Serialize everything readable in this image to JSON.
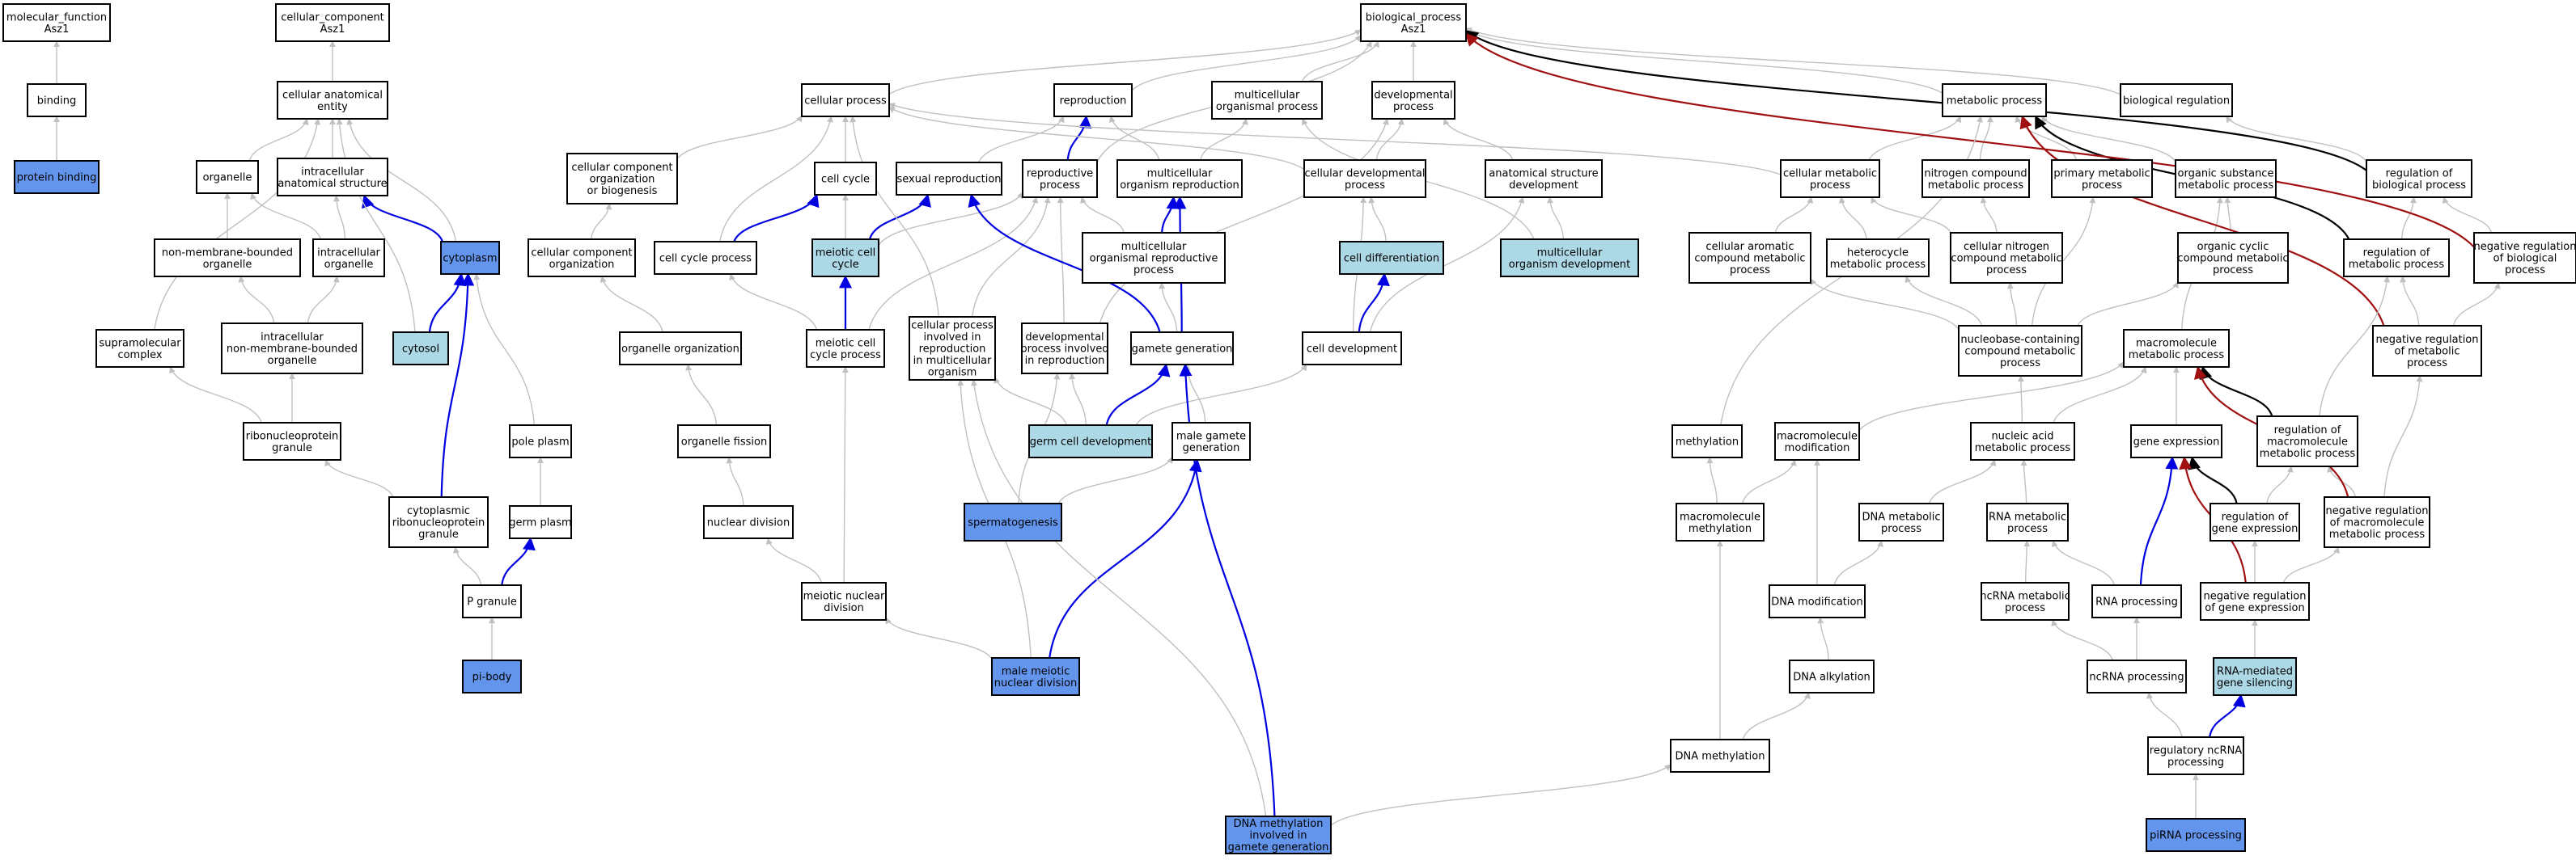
{
  "colors": {
    "plain": "#ffffff",
    "light": "#add8e6",
    "dark": "#6495ed",
    "gray": "#c0c0c0",
    "blue": "#0000e0",
    "black": "#000000",
    "red": "#a01010"
  },
  "nodes": [
    {
      "id": "mf",
      "lines": [
        "molecular_function",
        "Asz1"
      ],
      "style": "plain"
    },
    {
      "id": "cc",
      "lines": [
        "cellular_component",
        "Asz1"
      ],
      "style": "plain"
    },
    {
      "id": "bp",
      "lines": [
        "biological_process",
        "Asz1"
      ],
      "style": "plain"
    },
    {
      "id": "binding",
      "lines": [
        "binding"
      ],
      "style": "plain"
    },
    {
      "id": "protbind",
      "lines": [
        "protein binding"
      ],
      "style": "dark"
    },
    {
      "id": "cae",
      "lines": [
        "cellular anatomical",
        "entity"
      ],
      "style": "plain"
    },
    {
      "id": "organelle",
      "lines": [
        "organelle"
      ],
      "style": "plain"
    },
    {
      "id": "ias",
      "lines": [
        "intracellular",
        "anatomical structure"
      ],
      "style": "plain"
    },
    {
      "id": "nmbo",
      "lines": [
        "non-membrane-bounded",
        "organelle"
      ],
      "style": "plain"
    },
    {
      "id": "io",
      "lines": [
        "intracellular",
        "organelle"
      ],
      "style": "plain"
    },
    {
      "id": "cytoplasm",
      "lines": [
        "cytoplasm"
      ],
      "style": "dark"
    },
    {
      "id": "supra",
      "lines": [
        "supramolecular",
        "complex"
      ],
      "style": "plain"
    },
    {
      "id": "inmbo",
      "lines": [
        "intracellular",
        "non-membrane-bounded",
        "organelle"
      ],
      "style": "plain"
    },
    {
      "id": "cytosol",
      "lines": [
        "cytosol"
      ],
      "style": "light"
    },
    {
      "id": "rnpg",
      "lines": [
        "ribonucleoprotein",
        "granule"
      ],
      "style": "plain"
    },
    {
      "id": "poleplasm",
      "lines": [
        "pole plasm"
      ],
      "style": "plain"
    },
    {
      "id": "crnpg",
      "lines": [
        "cytoplasmic",
        "ribonucleoprotein",
        "granule"
      ],
      "style": "plain"
    },
    {
      "id": "germplasm",
      "lines": [
        "germ plasm"
      ],
      "style": "plain"
    },
    {
      "id": "pgranule",
      "lines": [
        "P granule"
      ],
      "style": "plain"
    },
    {
      "id": "pibody",
      "lines": [
        "pi-body"
      ],
      "style": "dark"
    },
    {
      "id": "cellproc",
      "lines": [
        "cellular process"
      ],
      "style": "plain"
    },
    {
      "id": "reproduction",
      "lines": [
        "reproduction"
      ],
      "style": "plain"
    },
    {
      "id": "mop",
      "lines": [
        "multicellular",
        "organismal process"
      ],
      "style": "plain"
    },
    {
      "id": "devproc",
      "lines": [
        "developmental",
        "process"
      ],
      "style": "plain"
    },
    {
      "id": "ccob",
      "lines": [
        "cellular component",
        "organization",
        "or biogenesis"
      ],
      "style": "plain"
    },
    {
      "id": "cellcycle",
      "lines": [
        "cell cycle"
      ],
      "style": "plain"
    },
    {
      "id": "sexrep",
      "lines": [
        "sexual reproduction"
      ],
      "style": "plain"
    },
    {
      "id": "repproc",
      "lines": [
        "reproductive",
        "process"
      ],
      "style": "plain"
    },
    {
      "id": "mor",
      "lines": [
        "multicellular",
        "organism reproduction"
      ],
      "style": "plain"
    },
    {
      "id": "cdp",
      "lines": [
        "cellular developmental",
        "process"
      ],
      "style": "plain"
    },
    {
      "id": "asd",
      "lines": [
        "anatomical structure",
        "development"
      ],
      "style": "plain"
    },
    {
      "id": "cco",
      "lines": [
        "cellular component",
        "organization"
      ],
      "style": "plain"
    },
    {
      "id": "ccp",
      "lines": [
        "cell cycle process"
      ],
      "style": "plain"
    },
    {
      "id": "mcc",
      "lines": [
        "meiotic cell",
        "cycle"
      ],
      "style": "light"
    },
    {
      "id": "mrp",
      "lines": [
        "multicellular",
        "organismal reproductive",
        "process"
      ],
      "style": "plain"
    },
    {
      "id": "celldiff",
      "lines": [
        "cell differentiation"
      ],
      "style": "light"
    },
    {
      "id": "mod",
      "lines": [
        "multicellular",
        "organism development"
      ],
      "style": "light"
    },
    {
      "id": "orgorg",
      "lines": [
        "organelle organization"
      ],
      "style": "plain"
    },
    {
      "id": "mccp",
      "lines": [
        "meiotic cell",
        "cycle process"
      ],
      "style": "plain"
    },
    {
      "id": "cpirmo",
      "lines": [
        "cellular process",
        "involved in",
        "reproduction",
        "in multicellular",
        "organism"
      ],
      "style": "plain"
    },
    {
      "id": "dpir",
      "lines": [
        "developmental",
        "process involved",
        "in reproduction"
      ],
      "style": "plain"
    },
    {
      "id": "gamgen",
      "lines": [
        "gamete generation"
      ],
      "style": "plain"
    },
    {
      "id": "celldev",
      "lines": [
        "cell development"
      ],
      "style": "plain"
    },
    {
      "id": "orgfis",
      "lines": [
        "organelle fission"
      ],
      "style": "plain"
    },
    {
      "id": "gcd",
      "lines": [
        "germ cell development"
      ],
      "style": "light"
    },
    {
      "id": "mgg",
      "lines": [
        "male gamete",
        "generation"
      ],
      "style": "plain"
    },
    {
      "id": "nucdiv",
      "lines": [
        "nuclear division"
      ],
      "style": "plain"
    },
    {
      "id": "spermato",
      "lines": [
        "spermatogenesis"
      ],
      "style": "dark"
    },
    {
      "id": "mnd",
      "lines": [
        "meiotic nuclear",
        "division"
      ],
      "style": "plain"
    },
    {
      "id": "mmnd",
      "lines": [
        "male meiotic",
        "nuclear division"
      ],
      "style": "dark"
    },
    {
      "id": "dmigg",
      "lines": [
        "DNA methylation",
        "involved in",
        "gamete generation"
      ],
      "style": "dark"
    },
    {
      "id": "metproc",
      "lines": [
        "metabolic process"
      ],
      "style": "plain"
    },
    {
      "id": "bioreg",
      "lines": [
        "biological regulation"
      ],
      "style": "plain"
    },
    {
      "id": "cmp",
      "lines": [
        "cellular metabolic",
        "process"
      ],
      "style": "plain"
    },
    {
      "id": "ncmp",
      "lines": [
        "nitrogen compound",
        "metabolic process"
      ],
      "style": "plain"
    },
    {
      "id": "pmp",
      "lines": [
        "primary metabolic",
        "process"
      ],
      "style": "plain"
    },
    {
      "id": "osmp",
      "lines": [
        "organic substance",
        "metabolic process"
      ],
      "style": "plain"
    },
    {
      "id": "rbp",
      "lines": [
        "regulation of",
        "biological process"
      ],
      "style": "plain"
    },
    {
      "id": "cacmp",
      "lines": [
        "cellular aromatic",
        "compound metabolic",
        "process"
      ],
      "style": "plain"
    },
    {
      "id": "hmp",
      "lines": [
        "heterocycle",
        "metabolic process"
      ],
      "style": "plain"
    },
    {
      "id": "cncmp",
      "lines": [
        "cellular nitrogen",
        "compound metabolic",
        "process"
      ],
      "style": "plain"
    },
    {
      "id": "occmp",
      "lines": [
        "organic cyclic",
        "compound metabolic",
        "process"
      ],
      "style": "plain"
    },
    {
      "id": "rmp",
      "lines": [
        "regulation of",
        "metabolic process"
      ],
      "style": "plain"
    },
    {
      "id": "nrbp",
      "lines": [
        "negative regulation",
        "of biological",
        "process"
      ],
      "style": "plain"
    },
    {
      "id": "ncbcmp",
      "lines": [
        "nucleobase-containing",
        "compound metabolic",
        "process"
      ],
      "style": "plain"
    },
    {
      "id": "macmp",
      "lines": [
        "macromolecule",
        "metabolic process"
      ],
      "style": "plain"
    },
    {
      "id": "nrmp",
      "lines": [
        "negative regulation",
        "of metabolic",
        "process"
      ],
      "style": "plain"
    },
    {
      "id": "methylation",
      "lines": [
        "methylation"
      ],
      "style": "plain"
    },
    {
      "id": "macmod",
      "lines": [
        "macromolecule",
        "modification"
      ],
      "style": "plain"
    },
    {
      "id": "namp",
      "lines": [
        "nucleic acid",
        "metabolic process"
      ],
      "style": "plain"
    },
    {
      "id": "geneexp",
      "lines": [
        "gene expression"
      ],
      "style": "plain"
    },
    {
      "id": "rmmp",
      "lines": [
        "regulation of",
        "macromolecule",
        "metabolic process"
      ],
      "style": "plain"
    },
    {
      "id": "macmeth",
      "lines": [
        "macromolecule",
        "methylation"
      ],
      "style": "plain"
    },
    {
      "id": "dnamp",
      "lines": [
        "DNA metabolic",
        "process"
      ],
      "style": "plain"
    },
    {
      "id": "rnamp",
      "lines": [
        "RNA metabolic",
        "process"
      ],
      "style": "plain"
    },
    {
      "id": "rge",
      "lines": [
        "regulation of",
        "gene expression"
      ],
      "style": "plain"
    },
    {
      "id": "nrmmp",
      "lines": [
        "negative regulation",
        "of macromolecule",
        "metabolic process"
      ],
      "style": "plain"
    },
    {
      "id": "dnamod",
      "lines": [
        "DNA modification"
      ],
      "style": "plain"
    },
    {
      "id": "ncrnamp",
      "lines": [
        "ncRNA metabolic",
        "process"
      ],
      "style": "plain"
    },
    {
      "id": "rnaproc",
      "lines": [
        "RNA processing"
      ],
      "style": "plain"
    },
    {
      "id": "nrge",
      "lines": [
        "negative regulation",
        "of gene expression"
      ],
      "style": "plain"
    },
    {
      "id": "dnaalk",
      "lines": [
        "DNA alkylation"
      ],
      "style": "plain"
    },
    {
      "id": "ncrnaproc",
      "lines": [
        "ncRNA processing"
      ],
      "style": "plain"
    },
    {
      "id": "rmgs",
      "lines": [
        "RNA-mediated",
        "gene silencing"
      ],
      "style": "light"
    },
    {
      "id": "dnameth",
      "lines": [
        "DNA methylation"
      ],
      "style": "plain"
    },
    {
      "id": "rncrnap",
      "lines": [
        "regulatory ncRNA",
        "processing"
      ],
      "style": "plain"
    },
    {
      "id": "pirnaproc",
      "lines": [
        "piRNA processing"
      ],
      "style": "dark"
    }
  ],
  "edges": [
    [
      "binding",
      "mf",
      "gray"
    ],
    [
      "protbind",
      "binding",
      "gray"
    ],
    [
      "cae",
      "cc",
      "gray"
    ],
    [
      "organelle",
      "cae",
      "gray"
    ],
    [
      "ias",
      "cae",
      "gray"
    ],
    [
      "nmbo",
      "organelle",
      "gray"
    ],
    [
      "io",
      "organelle",
      "gray"
    ],
    [
      "io",
      "ias",
      "gray"
    ],
    [
      "cytoplasm",
      "ias",
      "blue"
    ],
    [
      "cytoplasm",
      "cae",
      "gray"
    ],
    [
      "supra",
      "cae",
      "gray"
    ],
    [
      "inmbo",
      "nmbo",
      "gray"
    ],
    [
      "inmbo",
      "io",
      "gray"
    ],
    [
      "cytosol",
      "cytoplasm",
      "blue"
    ],
    [
      "cytosol",
      "cae",
      "gray"
    ],
    [
      "rnpg",
      "inmbo",
      "gray"
    ],
    [
      "rnpg",
      "supra",
      "gray"
    ],
    [
      "poleplasm",
      "cytoplasm",
      "gray"
    ],
    [
      "crnpg",
      "rnpg",
      "gray"
    ],
    [
      "crnpg",
      "cytoplasm",
      "blue"
    ],
    [
      "germplasm",
      "poleplasm",
      "gray"
    ],
    [
      "pgranule",
      "germplasm",
      "blue"
    ],
    [
      "pgranule",
      "crnpg",
      "gray"
    ],
    [
      "pibody",
      "pgranule",
      "gray"
    ],
    [
      "cellproc",
      "bp",
      "gray"
    ],
    [
      "reproduction",
      "bp",
      "gray"
    ],
    [
      "mop",
      "bp",
      "gray"
    ],
    [
      "devproc",
      "bp",
      "gray"
    ],
    [
      "ccob",
      "cellproc",
      "gray"
    ],
    [
      "cellcycle",
      "cellproc",
      "gray"
    ],
    [
      "sexrep",
      "reproduction",
      "gray"
    ],
    [
      "repproc",
      "reproduction",
      "blue"
    ],
    [
      "repproc",
      "bp",
      "gray"
    ],
    [
      "mor",
      "reproduction",
      "gray"
    ],
    [
      "mor",
      "mop",
      "gray"
    ],
    [
      "cdp",
      "cellproc",
      "gray"
    ],
    [
      "cdp",
      "devproc",
      "gray"
    ],
    [
      "asd",
      "devproc",
      "gray"
    ],
    [
      "cco",
      "ccob",
      "gray"
    ],
    [
      "ccp",
      "cellcycle",
      "blue"
    ],
    [
      "ccp",
      "cellproc",
      "gray"
    ],
    [
      "mcc",
      "cellcycle",
      "gray"
    ],
    [
      "mcc",
      "sexrep",
      "blue"
    ],
    [
      "mcc",
      "repproc",
      "gray"
    ],
    [
      "mrp",
      "mor",
      "blue"
    ],
    [
      "mrp",
      "repproc",
      "gray"
    ],
    [
      "celldiff",
      "cdp",
      "gray"
    ],
    [
      "mod",
      "asd",
      "gray"
    ],
    [
      "mod",
      "mop",
      "gray"
    ],
    [
      "orgorg",
      "cco",
      "gray"
    ],
    [
      "mccp",
      "ccp",
      "gray"
    ],
    [
      "mccp",
      "mcc",
      "blue"
    ],
    [
      "mccp",
      "repproc",
      "gray"
    ],
    [
      "cpirmo",
      "repproc",
      "gray"
    ],
    [
      "cpirmo",
      "cellproc",
      "gray"
    ],
    [
      "dpir",
      "repproc",
      "gray"
    ],
    [
      "dpir",
      "devproc",
      "gray"
    ],
    [
      "gamgen",
      "sexrep",
      "blue"
    ],
    [
      "gamgen",
      "mrp",
      "gray"
    ],
    [
      "gamgen",
      "mor",
      "blue"
    ],
    [
      "celldev",
      "celldiff",
      "blue"
    ],
    [
      "celldev",
      "asd",
      "gray"
    ],
    [
      "celldev",
      "cdp",
      "gray"
    ],
    [
      "orgfis",
      "orgorg",
      "gray"
    ],
    [
      "gcd",
      "gamgen",
      "blue"
    ],
    [
      "gcd",
      "dpir",
      "gray"
    ],
    [
      "gcd",
      "cpirmo",
      "gray"
    ],
    [
      "gcd",
      "celldev",
      "gray"
    ],
    [
      "mgg",
      "gamgen",
      "gray"
    ],
    [
      "nucdiv",
      "orgfis",
      "gray"
    ],
    [
      "spermato",
      "mgg",
      "gray"
    ],
    [
      "spermato",
      "dpir",
      "gray"
    ],
    [
      "mnd",
      "nucdiv",
      "gray"
    ],
    [
      "mnd",
      "mccp",
      "gray"
    ],
    [
      "mmnd",
      "mnd",
      "gray"
    ],
    [
      "mmnd",
      "mgg",
      "blue"
    ],
    [
      "mmnd",
      "cpirmo",
      "gray"
    ],
    [
      "dmigg",
      "gamgen",
      "blue"
    ],
    [
      "dmigg",
      "cpirmo",
      "gray"
    ],
    [
      "dmigg",
      "dnameth",
      "gray"
    ],
    [
      "metproc",
      "bp",
      "gray"
    ],
    [
      "bioreg",
      "bp",
      "gray"
    ],
    [
      "cmp",
      "metproc",
      "gray"
    ],
    [
      "cmp",
      "cellproc",
      "gray"
    ],
    [
      "ncmp",
      "metproc",
      "gray"
    ],
    [
      "pmp",
      "metproc",
      "gray"
    ],
    [
      "osmp",
      "metproc",
      "gray"
    ],
    [
      "rbp",
      "bioreg",
      "gray"
    ],
    [
      "rbp",
      "bp",
      "black"
    ],
    [
      "cacmp",
      "cmp",
      "gray"
    ],
    [
      "hmp",
      "cmp",
      "gray"
    ],
    [
      "cncmp",
      "cmp",
      "gray"
    ],
    [
      "cncmp",
      "ncmp",
      "gray"
    ],
    [
      "occmp",
      "osmp",
      "gray"
    ],
    [
      "rmp",
      "rbp",
      "gray"
    ],
    [
      "rmp",
      "metproc",
      "black"
    ],
    [
      "nrbp",
      "rbp",
      "gray"
    ],
    [
      "nrbp",
      "bp",
      "red"
    ],
    [
      "ncbcmp",
      "cacmp",
      "gray"
    ],
    [
      "ncbcmp",
      "hmp",
      "gray"
    ],
    [
      "ncbcmp",
      "cncmp",
      "gray"
    ],
    [
      "ncbcmp",
      "occmp",
      "gray"
    ],
    [
      "ncbcmp",
      "pmp",
      "gray"
    ],
    [
      "macmp",
      "osmp",
      "gray"
    ],
    [
      "nrmp",
      "rmp",
      "gray"
    ],
    [
      "nrmp",
      "nrbp",
      "gray"
    ],
    [
      "nrmp",
      "metproc",
      "red"
    ],
    [
      "methylation",
      "metproc",
      "gray"
    ],
    [
      "macmod",
      "macmp",
      "gray"
    ],
    [
      "namp",
      "ncbcmp",
      "gray"
    ],
    [
      "namp",
      "macmp",
      "gray"
    ],
    [
      "geneexp",
      "macmp",
      "gray"
    ],
    [
      "rmmp",
      "rmp",
      "gray"
    ],
    [
      "rmmp",
      "macmp",
      "black"
    ],
    [
      "macmeth",
      "methylation",
      "gray"
    ],
    [
      "macmeth",
      "macmod",
      "gray"
    ],
    [
      "dnamp",
      "namp",
      "gray"
    ],
    [
      "rnamp",
      "namp",
      "gray"
    ],
    [
      "rge",
      "rmmp",
      "gray"
    ],
    [
      "rge",
      "geneexp",
      "black"
    ],
    [
      "nrmmp",
      "rmmp",
      "gray"
    ],
    [
      "nrmmp",
      "nrmp",
      "gray"
    ],
    [
      "nrmmp",
      "macmp",
      "red"
    ],
    [
      "dnamod",
      "dnamp",
      "gray"
    ],
    [
      "dnamod",
      "macmod",
      "gray"
    ],
    [
      "ncrnamp",
      "rnamp",
      "gray"
    ],
    [
      "rnaproc",
      "rnamp",
      "gray"
    ],
    [
      "rnaproc",
      "geneexp",
      "blue"
    ],
    [
      "nrge",
      "rge",
      "gray"
    ],
    [
      "nrge",
      "nrmmp",
      "gray"
    ],
    [
      "nrge",
      "geneexp",
      "red"
    ],
    [
      "dnaalk",
      "dnamod",
      "gray"
    ],
    [
      "ncrnaproc",
      "ncrnamp",
      "gray"
    ],
    [
      "ncrnaproc",
      "rnaproc",
      "gray"
    ],
    [
      "rmgs",
      "nrge",
      "gray"
    ],
    [
      "dnameth",
      "dnaalk",
      "gray"
    ],
    [
      "dnameth",
      "macmeth",
      "gray"
    ],
    [
      "rncrnap",
      "ncrnaproc",
      "gray"
    ],
    [
      "rncrnap",
      "rmgs",
      "blue"
    ],
    [
      "pirnaproc",
      "rncrnap",
      "gray"
    ]
  ]
}
